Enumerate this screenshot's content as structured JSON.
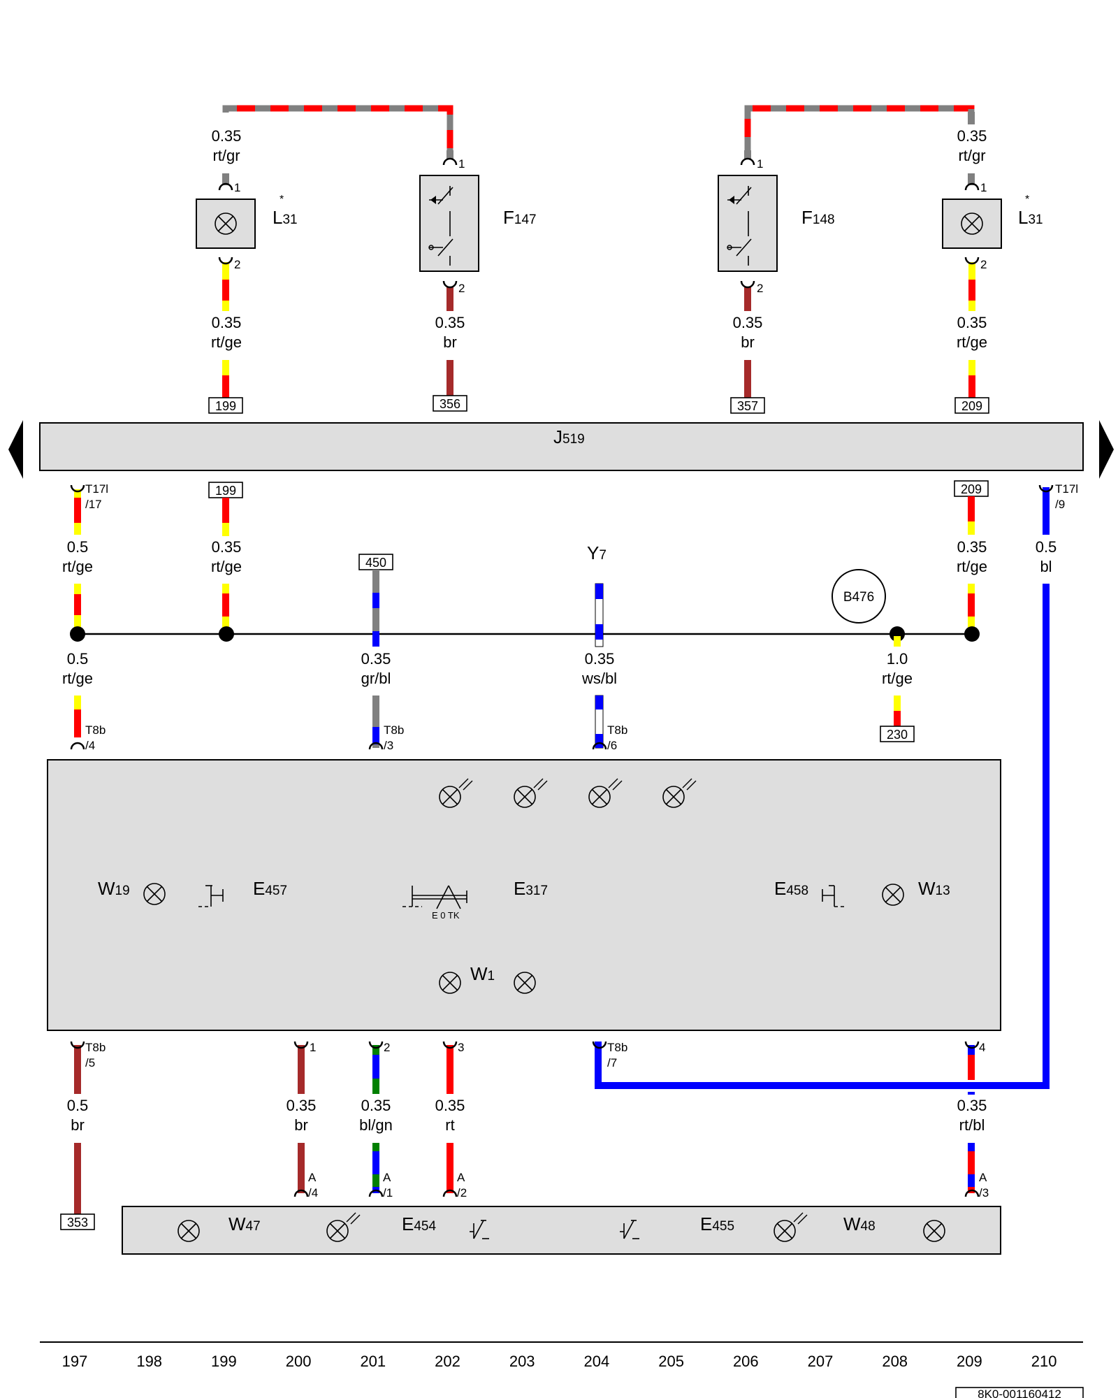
{
  "diagram_id": "8K0-001160412",
  "bus": {
    "label": "J",
    "sub": "519"
  },
  "colors": {
    "rt": "#ff0000",
    "ge": "#ffff00",
    "gr": "#808080",
    "br": "#a52a2a",
    "bl": "#0000ff",
    "gn": "#008000",
    "ws": "#ffffff",
    "box_fill": "#dedede"
  },
  "components": [
    {
      "id": "L31_left",
      "letter": "L",
      "sub": "31",
      "star": "*"
    },
    {
      "id": "F147",
      "letter": "F",
      "sub": "147"
    },
    {
      "id": "F148",
      "letter": "F",
      "sub": "148"
    },
    {
      "id": "L31_right",
      "letter": "L",
      "sub": "31",
      "star": "*"
    },
    {
      "id": "Y7",
      "letter": "Y",
      "sub": "7"
    },
    {
      "id": "B476",
      "label": "B476"
    },
    {
      "id": "W19",
      "letter": "W",
      "sub": "19"
    },
    {
      "id": "E457",
      "letter": "E",
      "sub": "457"
    },
    {
      "id": "E317",
      "letter": "E",
      "sub": "317",
      "detent": "E  0  TK"
    },
    {
      "id": "E458",
      "letter": "E",
      "sub": "458"
    },
    {
      "id": "W13",
      "letter": "W",
      "sub": "13"
    },
    {
      "id": "W1",
      "letter": "W",
      "sub": "1"
    },
    {
      "id": "W47",
      "letter": "W",
      "sub": "47"
    },
    {
      "id": "E454",
      "letter": "E",
      "sub": "454"
    },
    {
      "id": "E455",
      "letter": "E",
      "sub": "455"
    },
    {
      "id": "W48",
      "letter": "W",
      "sub": "48"
    }
  ],
  "wire_labels": [
    {
      "gauge": "0.35",
      "color": "rt/gr"
    },
    {
      "gauge": "0.35",
      "color": "rt/gr"
    },
    {
      "gauge": "0.35",
      "color": "rt/ge"
    },
    {
      "gauge": "0.35",
      "color": "br"
    },
    {
      "gauge": "0.35",
      "color": "br"
    },
    {
      "gauge": "0.35",
      "color": "rt/ge"
    },
    {
      "gauge": "0.5",
      "color": "rt/ge"
    },
    {
      "gauge": "0.35",
      "color": "rt/ge"
    },
    {
      "gauge": "0.35",
      "color": "rt/ge"
    },
    {
      "gauge": "0.5",
      "color": "bl"
    },
    {
      "gauge": "0.5",
      "color": "rt/ge"
    },
    {
      "gauge": "0.35",
      "color": "gr/bl"
    },
    {
      "gauge": "0.35",
      "color": "ws/bl"
    },
    {
      "gauge": "1.0",
      "color": "rt/ge"
    },
    {
      "gauge": "0.5",
      "color": "br"
    },
    {
      "gauge": "0.35",
      "color": "br"
    },
    {
      "gauge": "0.35",
      "color": "bl/gn"
    },
    {
      "gauge": "0.35",
      "color": "rt"
    },
    {
      "gauge": "0.35",
      "color": "rt/bl"
    }
  ],
  "refs": [
    "199",
    "356",
    "357",
    "209",
    "199",
    "209",
    "450",
    "230",
    "353"
  ],
  "pins": [
    "1",
    "2",
    "1",
    "2",
    "1",
    "2",
    "1",
    "2",
    "T17l",
    "/17",
    "T17l",
    "/9",
    "T8b",
    "/4",
    "T8b",
    "/3",
    "T8b",
    "/6",
    "T8b",
    "/5",
    "1",
    "2",
    "3",
    "T8b",
    "/7",
    "4",
    "A",
    "/4",
    "A",
    "/1",
    "A",
    "/2",
    "A",
    "/3"
  ],
  "columns": [
    "197",
    "198",
    "199",
    "200",
    "201",
    "202",
    "203",
    "204",
    "205",
    "206",
    "207",
    "208",
    "209",
    "210"
  ]
}
